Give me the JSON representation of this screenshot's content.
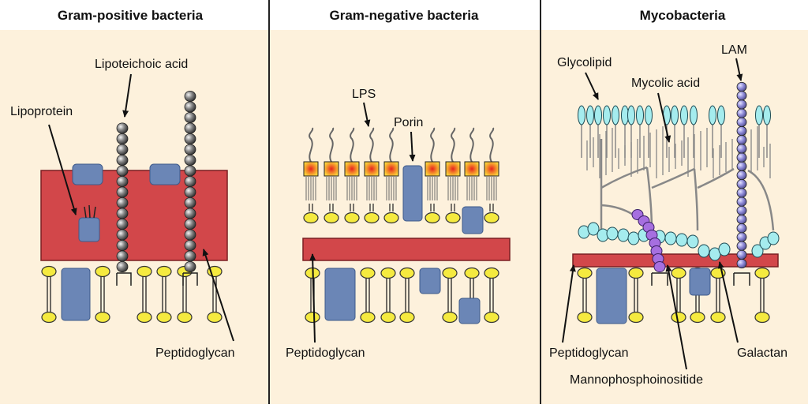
{
  "panels": [
    {
      "title": "Gram-positive bacteria"
    },
    {
      "title": "Gram-negative bacteria"
    },
    {
      "title": "Mycobacteria"
    }
  ],
  "labels": {
    "lipoteichoic_acid": "Lipoteichoic acid",
    "lipoprotein": "Lipoprotein",
    "peptidoglycan_gp": "Peptidoglycan",
    "lps": "LPS",
    "porin": "Porin",
    "peptidoglycan_gn": "Peptidoglycan",
    "glycolipid": "Glycolipid",
    "lam": "LAM",
    "mycolic_acid": "Mycolic acid",
    "peptidoglycan_mb": "Peptidoglycan",
    "galactan": "Galactan",
    "mannophosphoinositide": "Mannophosphoinositide"
  },
  "colors": {
    "panel_bg": "#fdf1dc",
    "header_bg": "#ffffff",
    "peptidoglycan_red": "#d2474a",
    "protein_blue": "#6b86b6",
    "lipid_head_yellow": "#f5ea3f",
    "lps_core_orange": "#f7c531",
    "beads_gray": "#6e6e6e",
    "mannose_purple": "#a66fe0",
    "lam_lavender": "#8e8ad6",
    "glycolipid_cyan": "#a5ecee"
  }
}
